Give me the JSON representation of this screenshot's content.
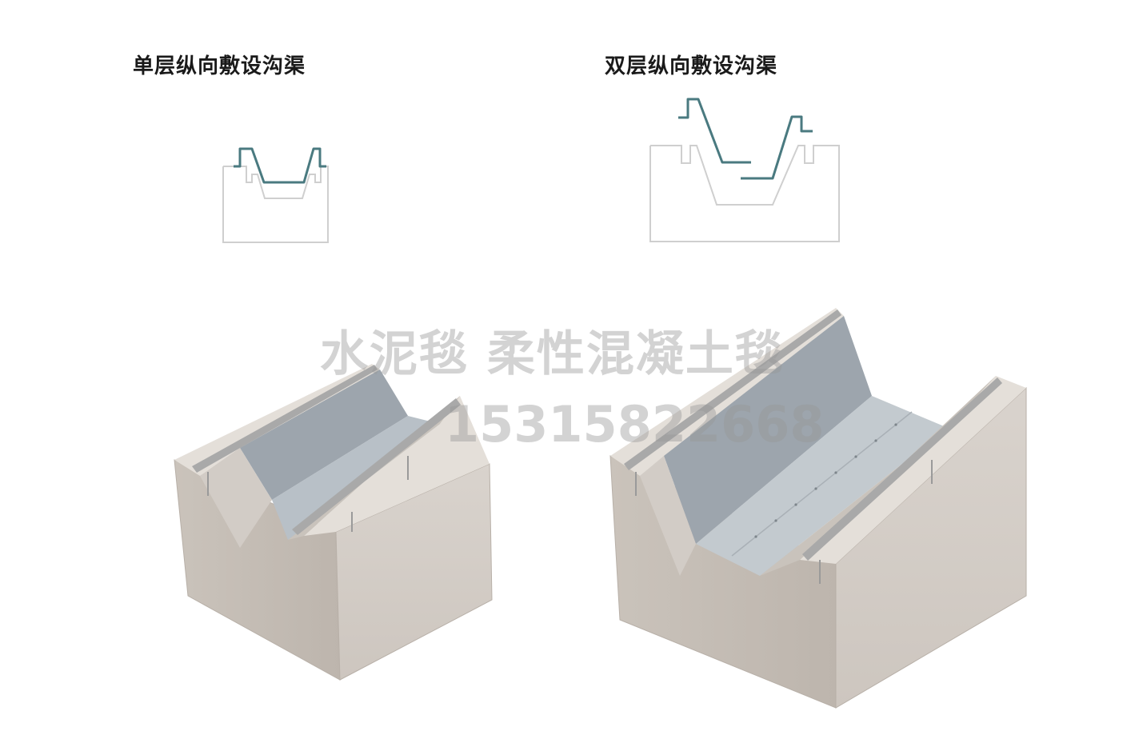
{
  "titles": {
    "single_layer": "单层纵向敷设沟渠",
    "double_layer": "双层纵向敷设沟渠"
  },
  "watermark": {
    "line1": "水泥毯 柔性混凝土毯",
    "line2": "15315822668"
  },
  "colors": {
    "liner": "#4a7a80",
    "trench_outline": "#cfcfcf",
    "concrete_front": "#d6d0ca",
    "concrete_top": "#e6e1dc",
    "concrete_side": "#c6bfb8",
    "blanket_slope": "#9ea6ae",
    "blanket_flat": "#c2c9cf",
    "rail": "#a8a8a8"
  }
}
